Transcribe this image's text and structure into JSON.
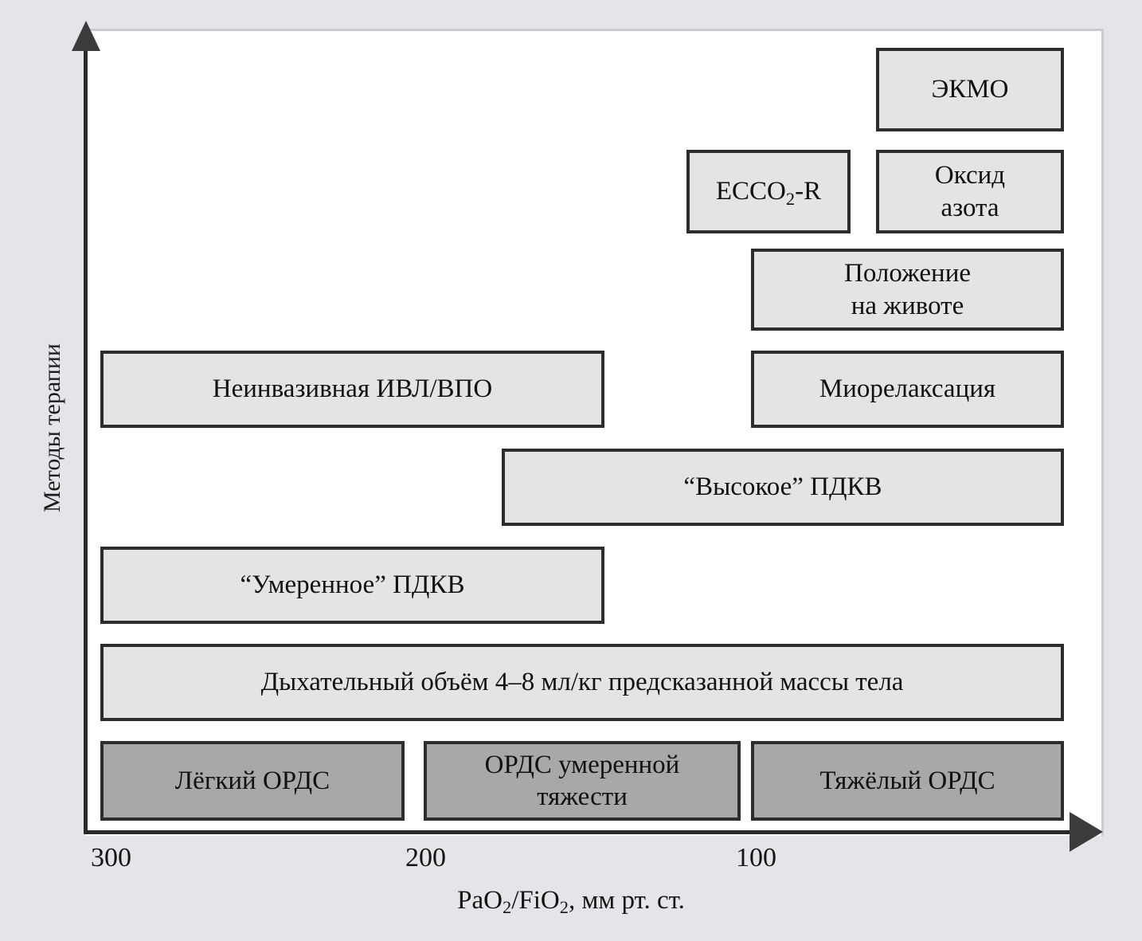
{
  "chart_data": {
    "type": "bar",
    "orientation": "horizontal",
    "title": "",
    "xlabel": "PaO2/FiO2, мм рт. ст.",
    "ylabel": "Методы терапии",
    "x_axis": {
      "label_html": "PaO₂/FiO₂, мм рт. ст.",
      "ticks": [
        "300",
        "200",
        "100"
      ],
      "direction": "decreasing left-to-right",
      "arrow": true
    },
    "y_axis": {
      "label": "Методы терапии",
      "ticks": [],
      "arrow": true
    },
    "grid": false,
    "legend": null,
    "series": [
      {
        "name": "Методы терапии",
        "kind": "therapy",
        "bars": [
          {
            "label": "ЭКМО",
            "x_start": 60,
            "x_end": 0,
            "row": 1
          },
          {
            "label": "ECCO₂-R",
            "x_start": 115,
            "x_end": 70,
            "row": 2
          },
          {
            "label": "Оксид\nазота",
            "x_start": 60,
            "x_end": 0,
            "row": 2
          },
          {
            "label": "Положение\nна животе",
            "x_start": 95,
            "x_end": 0,
            "row": 3
          },
          {
            "label": "Неинвазивная ИВЛ/ВПО",
            "x_start": 300,
            "x_end": 190,
            "row": 4
          },
          {
            "label": "Миорелаксация",
            "x_start": 95,
            "x_end": 0,
            "row": 4
          },
          {
            "label": "“Высокое” ПДКВ",
            "x_start": 175,
            "x_end": 0,
            "row": 5
          },
          {
            "label": "“Умеренное” ПДКВ",
            "x_start": 300,
            "x_end": 190,
            "row": 6
          },
          {
            "label": "Дыхательный объём 4–8 мл/кг предсказанной массы тела",
            "x_start": 300,
            "x_end": 0,
            "row": 7
          }
        ]
      },
      {
        "name": "Степень тяжести ОРДС",
        "kind": "severity",
        "bars": [
          {
            "label": "Лёгкий ОРДС",
            "x_start": 300,
            "x_end": 201,
            "row": 8
          },
          {
            "label": "ОРДС умеренной\nтяжести",
            "x_start": 200,
            "x_end": 101,
            "row": 8
          },
          {
            "label": "Тяжёлый ОРДС",
            "x_start": 100,
            "x_end": 0,
            "row": 8
          }
        ]
      }
    ],
    "colors": {
      "therapy_fill": "#e2e4e6",
      "severity_fill": "#a7a8aa",
      "border": "#2c2d2f",
      "canvas": "#ffffff",
      "page_background": "#e3e5e8",
      "axis": "#2b2b2b",
      "text": "#111111"
    }
  },
  "axis": {
    "y_title": "Методы терапии",
    "x_title_prefix": "PaO",
    "x_title_sub1": "2",
    "x_title_mid": "/FiO",
    "x_title_sub2": "2",
    "x_title_suffix": ", мм рт. ст.",
    "ticks": {
      "t300": "300",
      "t200": "200",
      "t100": "100"
    }
  },
  "boxes": {
    "ecmo": "ЭКМО",
    "ecco2r_prefix": "ECCO",
    "ecco2r_sub": "2",
    "ecco2r_suffix": "-R",
    "nitric_oxide": "Оксид\nазота",
    "prone_position": "Положение\nна животе",
    "niv": "Неинвазивная ИВЛ/ВПО",
    "myorelaxation": "Миорелаксация",
    "high_peep": "“Высокое” ПДКВ",
    "moderate_peep": "“Умеренное” ПДКВ",
    "tidal_volume": "Дыхательный объём 4–8 мл/кг предсказанной массы тела",
    "mild_ards": "Лёгкий ОРДС",
    "moderate_ards": "ОРДС умеренной\nтяжести",
    "severe_ards": "Тяжёлый ОРДС"
  }
}
